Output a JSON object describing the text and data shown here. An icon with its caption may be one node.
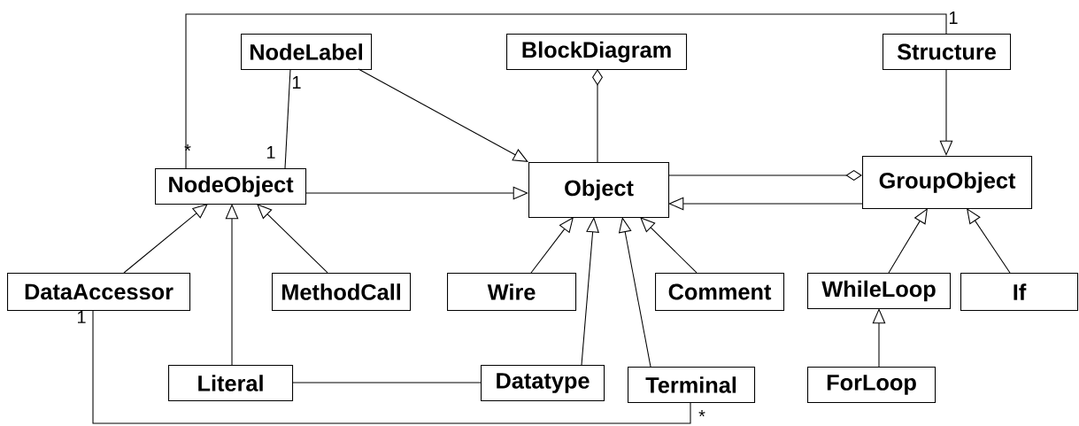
{
  "diagram": {
    "nodes": [
      {
        "text": [
          "NodeLabel"
        ]
      },
      {
        "text": [
          "BlockDiagram"
        ]
      },
      {
        "text": [
          "Structure"
        ]
      },
      {
        "text": [
          "NodeObject"
        ]
      },
      {
        "text": [
          "Object"
        ]
      },
      {
        "text": [
          "GroupObject"
        ]
      },
      {
        "text": [
          "DataAccessor"
        ]
      },
      {
        "text": [
          "MethodCall"
        ]
      },
      {
        "text": [
          "Wire"
        ]
      },
      {
        "text": [
          "Comment"
        ]
      },
      {
        "text": [
          "WhileLoop"
        ]
      },
      {
        "text": [
          "If"
        ]
      },
      {
        "text": [
          "Literal"
        ]
      },
      {
        "text": [
          "Datatype"
        ]
      },
      {
        "text": [
          "Terminal"
        ]
      },
      {
        "text": [
          "ForLoop"
        ]
      }
    ],
    "edges": [
      {
        "from": 0,
        "to": 4,
        "arrow": "to"
      },
      {
        "from": 3,
        "to": 0,
        "arrow": "none"
      },
      {
        "from": 1,
        "to": 4,
        "arrow": "other"
      },
      {
        "from": 2,
        "to": 5,
        "arrow": "to"
      },
      {
        "from": 3,
        "to": 2,
        "arrow": "none"
      },
      {
        "from": 3,
        "to": 4,
        "arrow": "to"
      },
      {
        "from": 5,
        "to": 4,
        "arrow": "other"
      },
      {
        "from": 5,
        "to": 4,
        "arrow": "to"
      },
      {
        "from": 6,
        "to": 3,
        "arrow": "to"
      },
      {
        "from": 12,
        "to": 3,
        "arrow": "to"
      },
      {
        "from": 7,
        "to": 3,
        "arrow": "to"
      },
      {
        "from": 8,
        "to": 4,
        "arrow": "to"
      },
      {
        "from": 13,
        "to": 4,
        "arrow": "to"
      },
      {
        "from": 14,
        "to": 4,
        "arrow": "to"
      },
      {
        "from": 9,
        "to": 4,
        "arrow": "to"
      },
      {
        "from": 10,
        "to": 5,
        "arrow": "to"
      },
      {
        "from": 11,
        "to": 5,
        "arrow": "to"
      },
      {
        "from": 15,
        "to": 10,
        "arrow": "to"
      },
      {
        "from": 12,
        "to": 13,
        "arrow": "none"
      },
      {
        "from": 6,
        "to": 14,
        "arrow": "none"
      }
    ],
    "labels": [
      "1",
      "1",
      "*",
      "1",
      "1",
      "*"
    ]
  }
}
